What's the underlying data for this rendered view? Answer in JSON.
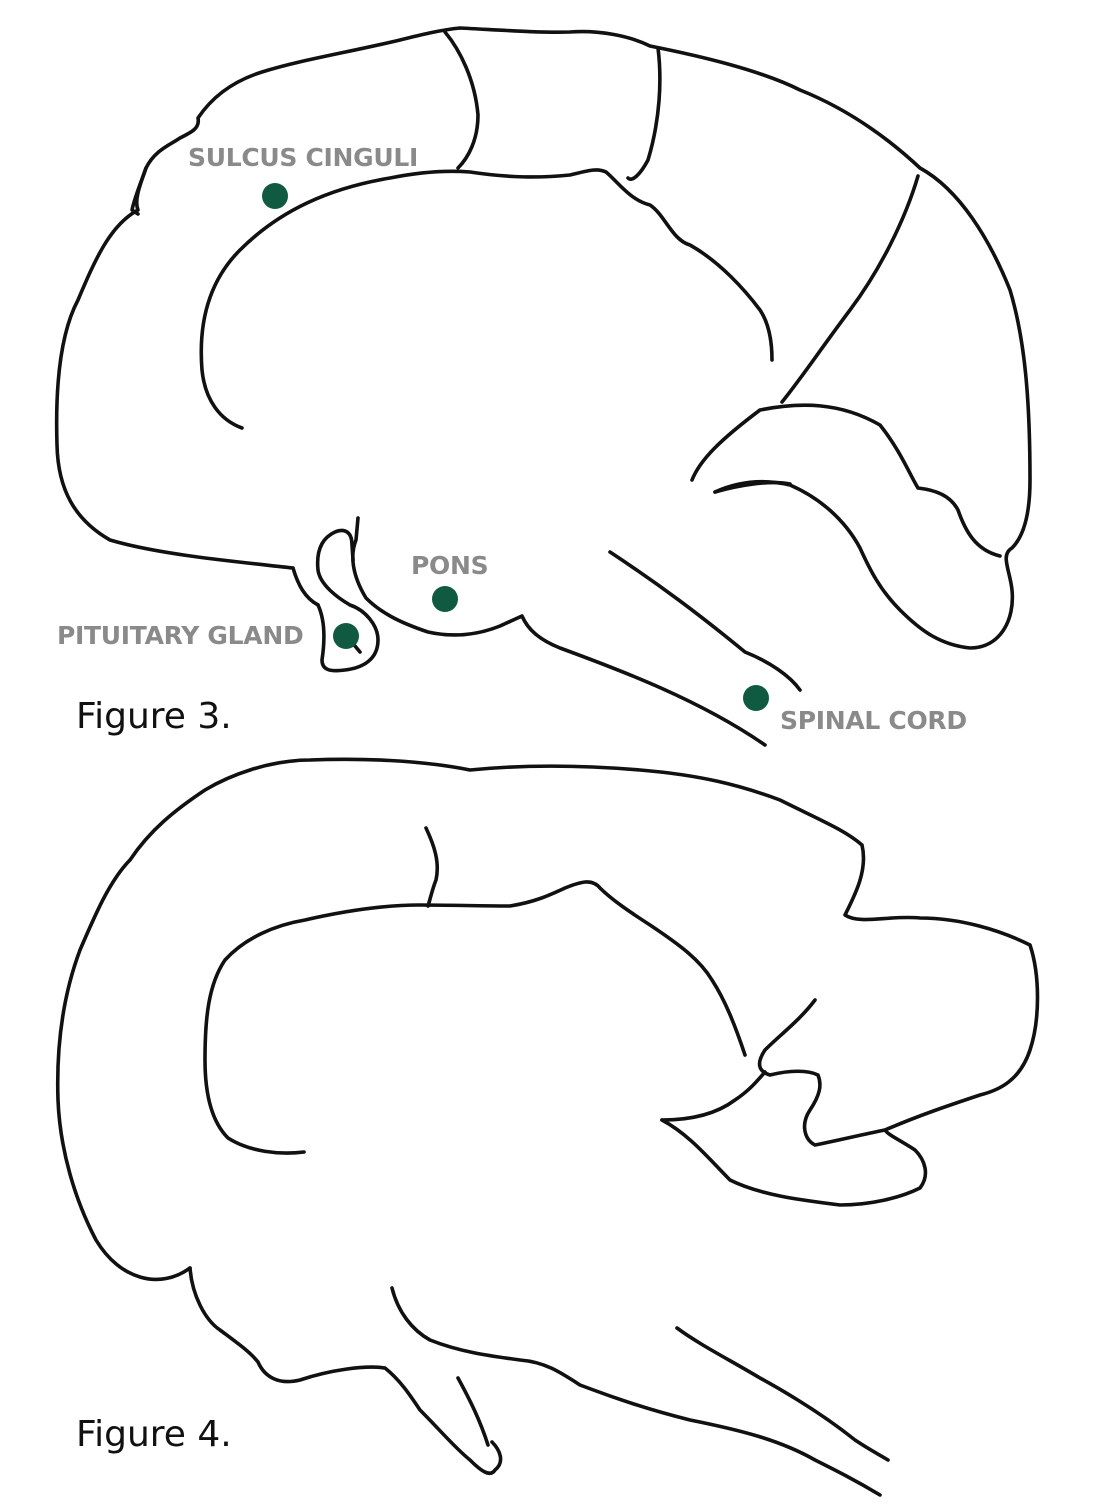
{
  "colors": {
    "marker": "#0f5a41",
    "label": "#8a8a8a",
    "line": "#111111",
    "caption": "#111111"
  },
  "figure3": {
    "caption": "Figure 3.",
    "labels": {
      "sulcus_cinguli": "SULCUS CINGULI",
      "pons": "PONS",
      "pituitary_gland": "PITUITARY GLAND",
      "spinal_cord": "SPINAL CORD"
    }
  },
  "figure4": {
    "caption": "Figure 4."
  }
}
